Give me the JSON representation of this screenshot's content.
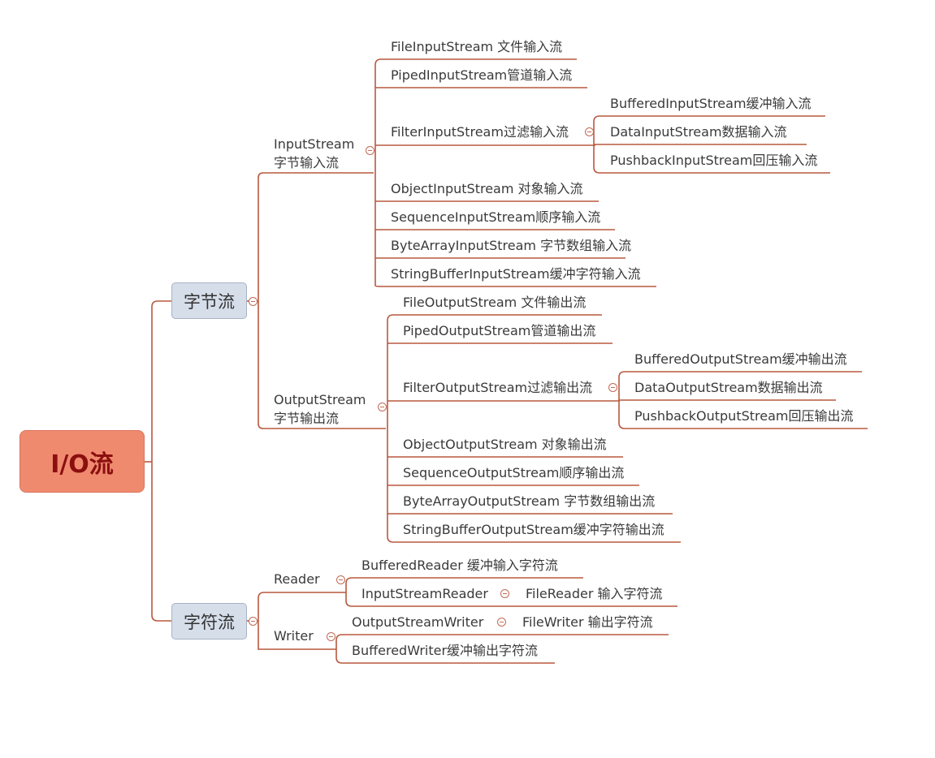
{
  "root": "I/O流",
  "byte_stream": {
    "label": "字节流",
    "input": {
      "label": "InputStream\n字节输入流",
      "items": [
        "FileInputStream 文件输入流",
        "PipedInputStream管道输入流",
        "FilterInputStream过滤输入流",
        "ObjectInputStream 对象输入流",
        "SequenceInputStream顺序输入流",
        "ByteArrayInputStream  字节数组输入流",
        "StringBufferInputStream缓冲字符输入流"
      ],
      "filter_children": [
        "BufferedInputStream缓冲输入流",
        "DataInputStream数据输入流",
        "PushbackInputStream回压输入流"
      ]
    },
    "output": {
      "label": "OutputStream\n字节输出流",
      "items": [
        "FileOutputStream 文件输出流",
        "PipedOutputStream管道输出流",
        "FilterOutputStream过滤输出流",
        "ObjectOutputStream 对象输出流",
        "SequenceOutputStream顺序输出流",
        "ByteArrayOutputStream  字节数组输出流",
        "StringBufferOutputStream缓冲字符输出流"
      ],
      "filter_children": [
        "BufferedOutputStream缓冲输出流",
        "DataOutputStream数据输出流",
        "PushbackOutputStream回压输出流"
      ]
    }
  },
  "char_stream": {
    "label": "字符流",
    "reader": {
      "label": "Reader",
      "items": [
        "BufferedReader   缓冲输入字符流",
        "InputStreamReader"
      ],
      "isr_child": "FileReader 输入字符流"
    },
    "writer": {
      "label": "Writer",
      "items": [
        "OutputStreamWriter",
        "BufferedWriter缓冲输出字符流"
      ],
      "osw_child": "FileWriter 输出字符流"
    }
  },
  "colors": {
    "line": "#b9583f",
    "root_fill": "#f08a6f",
    "root_text": "#8b0f0f",
    "main_fill": "#d6deea"
  }
}
